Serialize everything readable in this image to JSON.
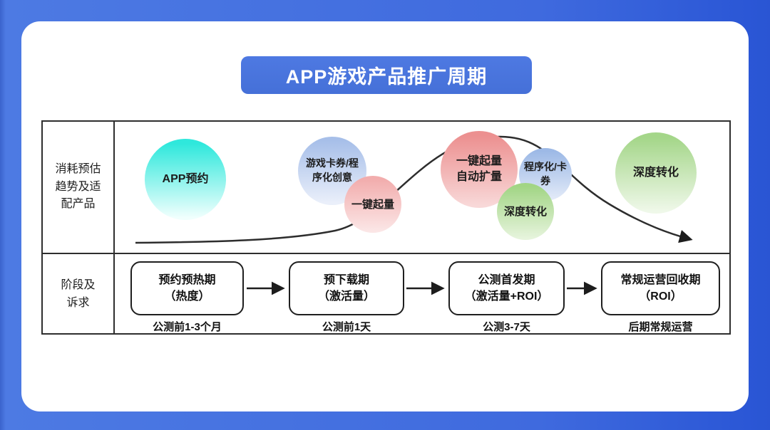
{
  "page": {
    "title": "APP游戏产品推广周期"
  },
  "colors": {
    "background_left": "#4d7ae3",
    "background_right": "#2b57d6",
    "banner_blue": "#4b75dd",
    "border_black": "#2e2e2e",
    "bubble_cyan": "#2fe8dc",
    "bubble_light_blue": "#a7bfe9",
    "bubble_pink": "#f2adad",
    "bubble_red": "#ec9090",
    "bubble_blue": "#9db9e6",
    "bubble_green": "#a4d689"
  },
  "rows": [
    {
      "label": "消耗预估\n趋势及适\n配产品"
    },
    {
      "label": "阶段及\n诉求"
    }
  ],
  "bubbles": [
    {
      "id": "app-reserve",
      "label": "APP预约",
      "top": "#2fe8dc",
      "bottom": "#f0fffd"
    },
    {
      "id": "game-coupon-creative",
      "label": "游戏卡券/程\n序化创意",
      "top": "#a7bfe9",
      "bottom": "#eaeffa"
    },
    {
      "id": "one-key-boost",
      "label": "一键起量",
      "top": "#f2adad",
      "bottom": "#fbe6e6"
    },
    {
      "id": "one-key-auto-expand",
      "label": "一键起量\n自动扩量",
      "top": "#ec9090",
      "bottom": "#f8d8d8"
    },
    {
      "id": "programmatic-coupon",
      "label": "程序化/卡\n券",
      "top": "#9db9e6",
      "bottom": "#e2eaf8"
    },
    {
      "id": "deep-conversion-small",
      "label": "深度转化",
      "top": "#a2d585",
      "bottom": "#e6f4dc"
    },
    {
      "id": "deep-conversion-large",
      "label": "深度转化",
      "top": "#a4d689",
      "bottom": "#eff8e9"
    }
  ],
  "stages": [
    {
      "name": "预约预热期\n（热度）",
      "caption": "公测前1-3个月"
    },
    {
      "name": "预下载期\n（激活量）",
      "caption": "公测前1天"
    },
    {
      "name": "公测首发期\n（激活量+ROI）",
      "caption": "公测3-7天"
    },
    {
      "name": "常规运营回收期\n（ROI）",
      "caption": "后期常规运营"
    }
  ]
}
